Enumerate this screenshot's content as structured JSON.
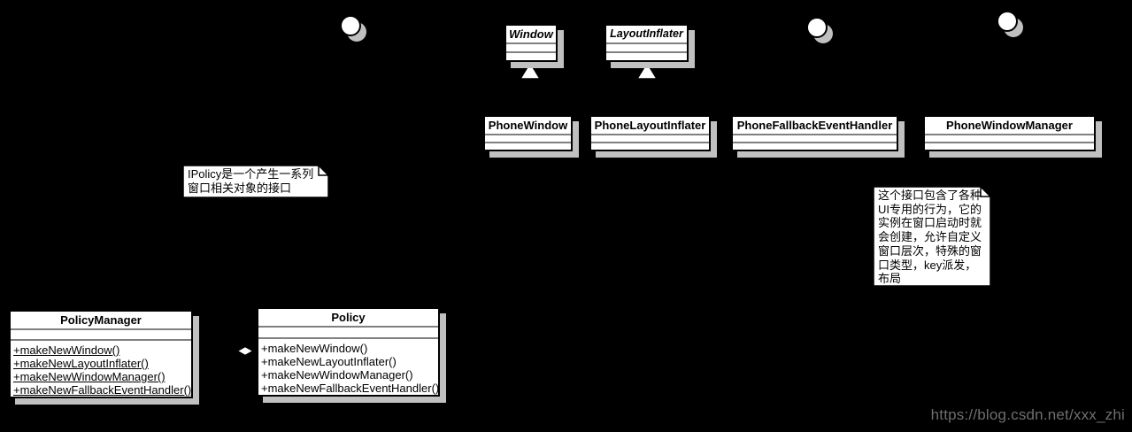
{
  "colors": {
    "background": "#000000",
    "node_fill": "#ffffff",
    "node_border": "#000000",
    "node_shadow": "#c0c0c0",
    "compartment_separator": "#808080",
    "text": "#000000",
    "watermark_text": "#6e6e6e"
  },
  "icons": {
    "interface_lollipop": "white-circle-with-stub",
    "generalization_arrow": "hollow-white-triangle-up",
    "dependency_arrowhead": "solid-black-triangle-up",
    "aggregation_diamond": "hollow-white-diamond"
  },
  "classes": {
    "window": {
      "name": "Window",
      "abstract": true
    },
    "layout_inflater": {
      "name": "LayoutInflater",
      "abstract": true
    },
    "phone_window": {
      "name": "PhoneWindow"
    },
    "phone_layout_inflater": {
      "name": "PhoneLayoutInflater"
    },
    "phone_fallback_event_handler": {
      "name": "PhoneFallbackEventHandler"
    },
    "phone_window_manager": {
      "name": "PhoneWindowManager"
    },
    "policy_manager": {
      "name": "PolicyManager",
      "methods_static": true,
      "methods": [
        "+makeNewWindow()",
        "+makeNewLayoutInflater()",
        "+makeNewWindowManager()",
        "+makeNewFallbackEventHandler()"
      ]
    },
    "policy": {
      "name": "Policy",
      "methods_static": false,
      "methods": [
        "+makeNewWindow()",
        "+makeNewLayoutInflater()",
        "+makeNewWindowManager()",
        "+makeNewFallbackEventHandler()"
      ]
    }
  },
  "notes": {
    "ipolicy_note": {
      "lines": [
        "IPolicy是一个产生一系列",
        "窗口相关对象的接口"
      ]
    },
    "ui_interface_note": {
      "lines": [
        "这个接口包含了各种",
        "UI专用的行为，它的",
        "实例在窗口启动时就",
        "会创建，允许自定义",
        "窗口层次，特殊的窗",
        "口类型，key派发，",
        "布局"
      ]
    }
  },
  "watermark": {
    "text": "https://blog.csdn.net/xxx_zhi"
  }
}
